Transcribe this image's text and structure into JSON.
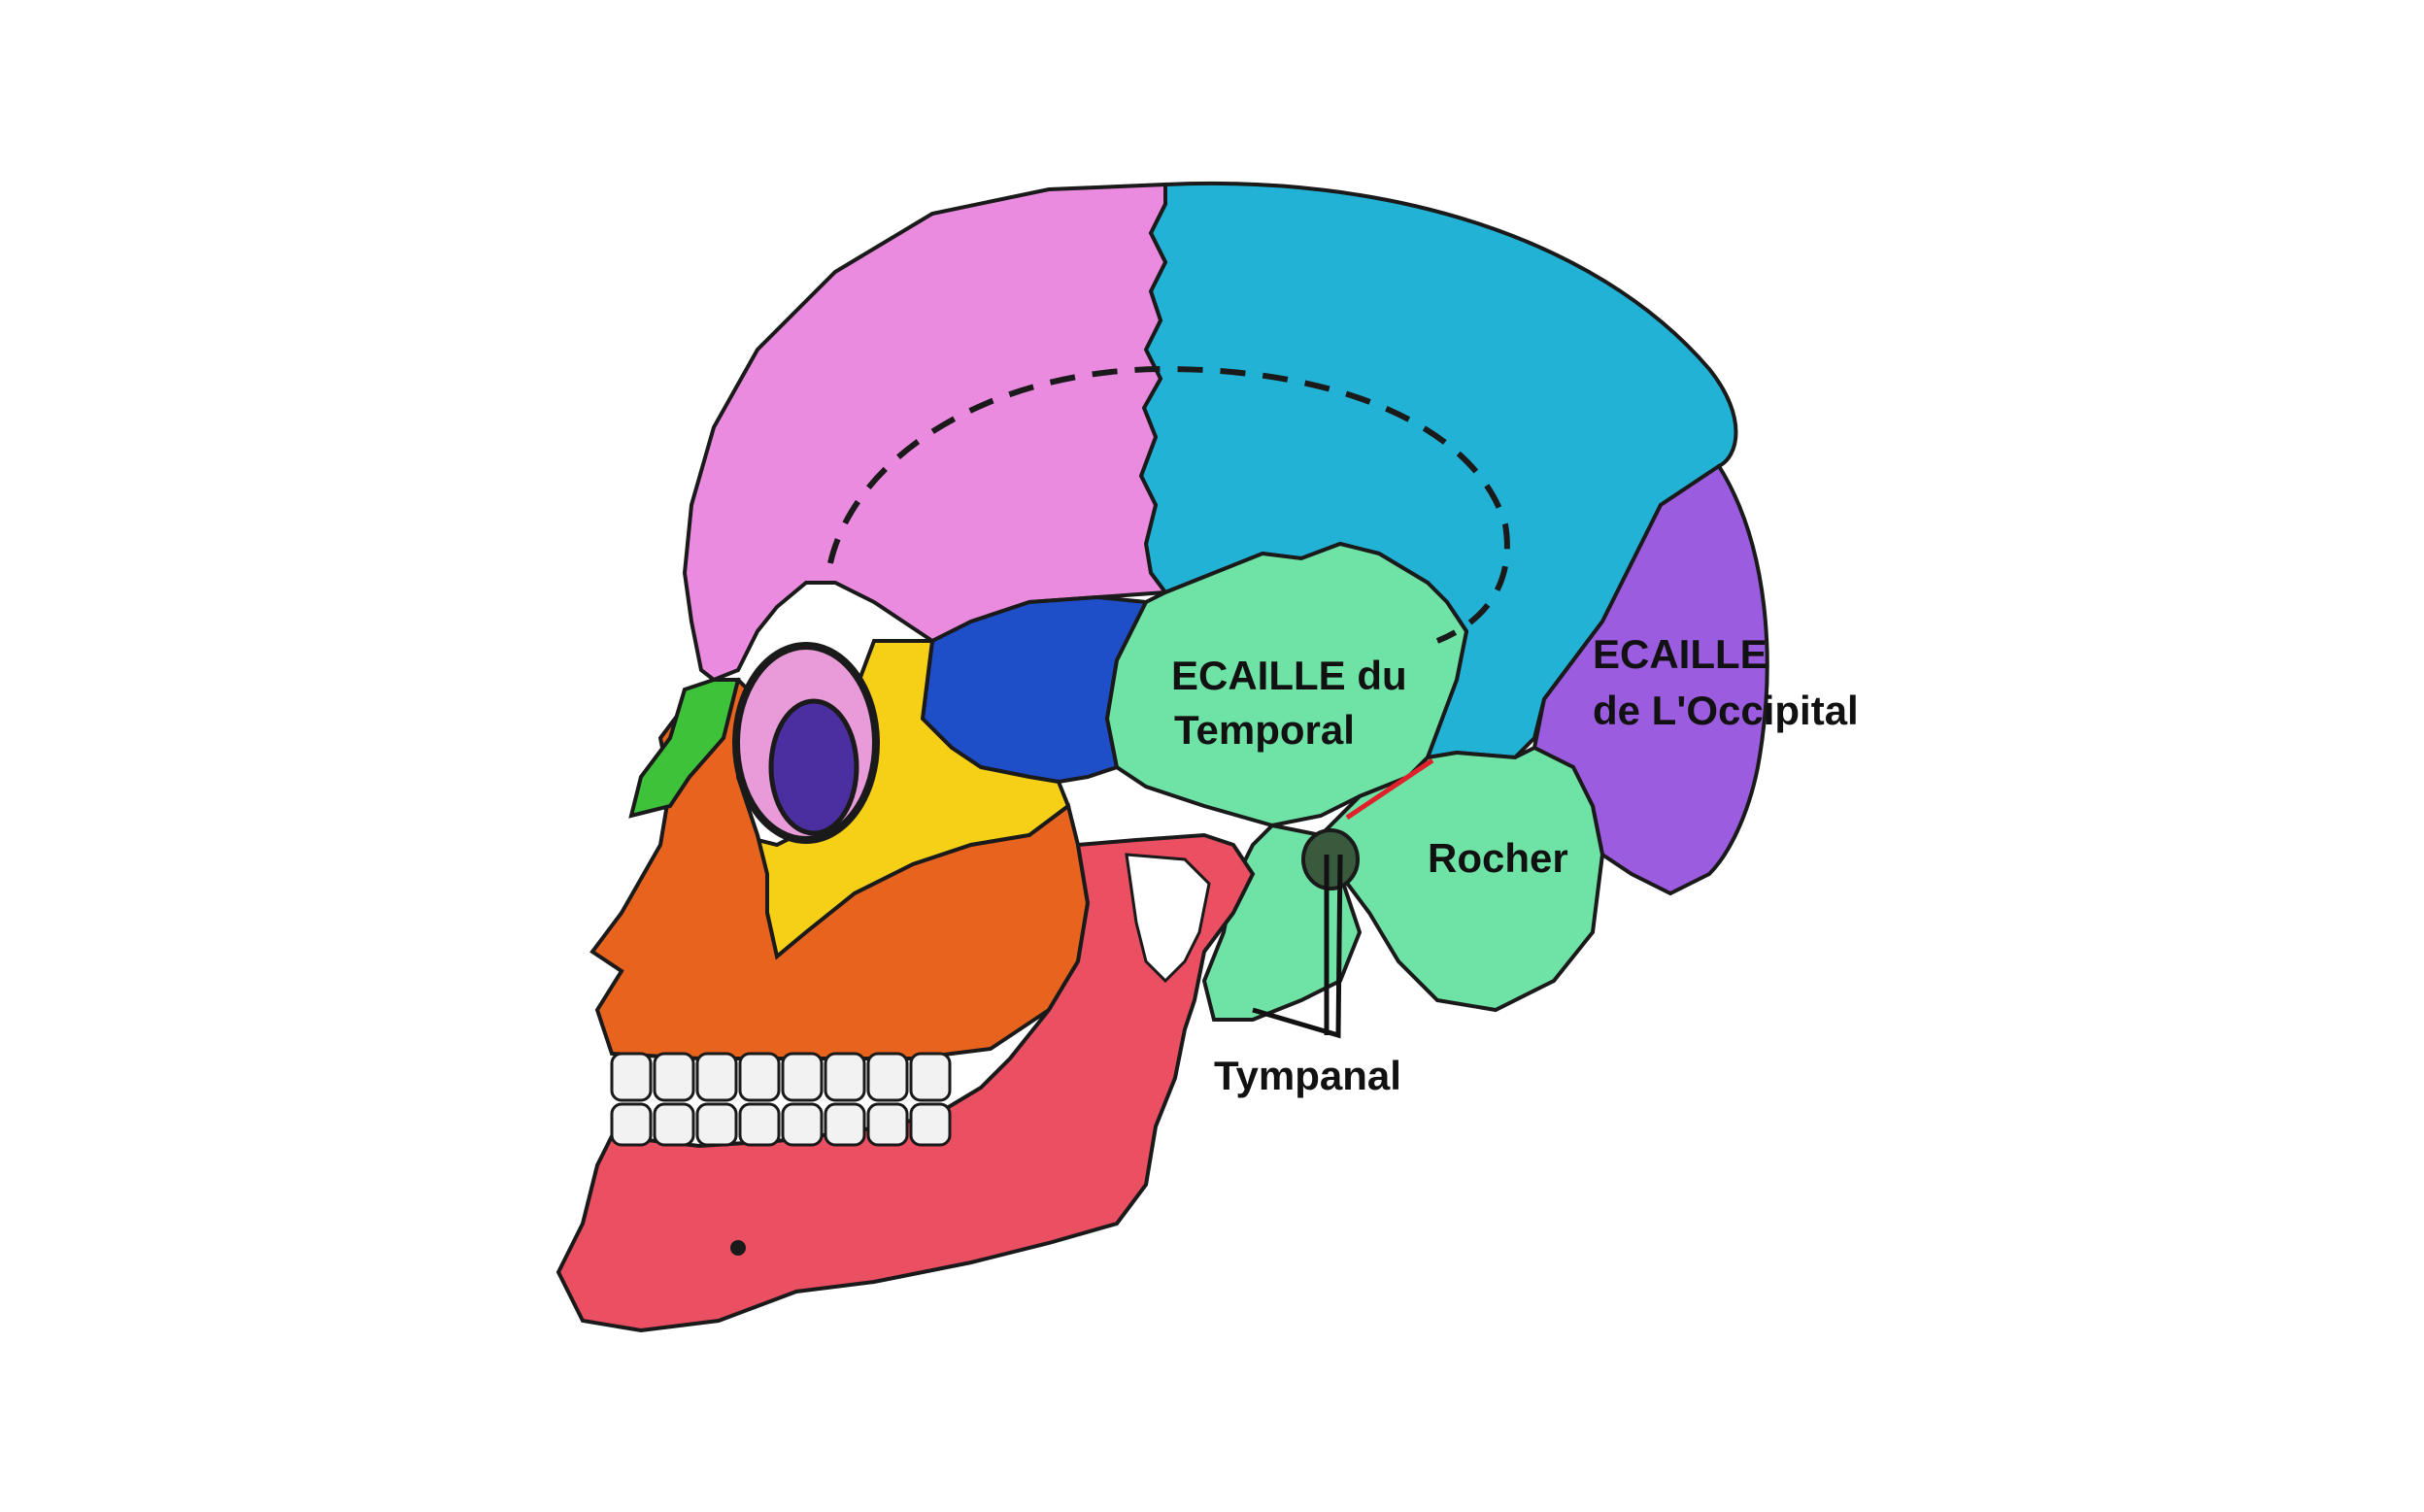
{
  "labels": {
    "temporal_line1": "ECAILLE du",
    "temporal_line2": "Temporal",
    "occipital_line1": "ECAILLE",
    "occipital_line2": "de L'Occipital",
    "rocher": "Rocher",
    "tympanal": "Tympanal"
  },
  "colors": {
    "background": "#ffffff",
    "outline": "#1a1a1a",
    "frontal": "#ea8be0",
    "parietal": "#22b2d6",
    "occipital": "#9b5ce0",
    "temporal": "#6fe3a6",
    "sphenoid": "#1f4fc8",
    "zygomatic": "#f5d016",
    "maxilla": "#e8641e",
    "mandible": "#ea4f62",
    "nasal": "#3ec23a",
    "orbit_inner": "#4b2ea0",
    "teeth": "#f2f2f2",
    "label_text": "#111111",
    "pointer_red": "#e0202a",
    "pointer_black": "#111111"
  }
}
